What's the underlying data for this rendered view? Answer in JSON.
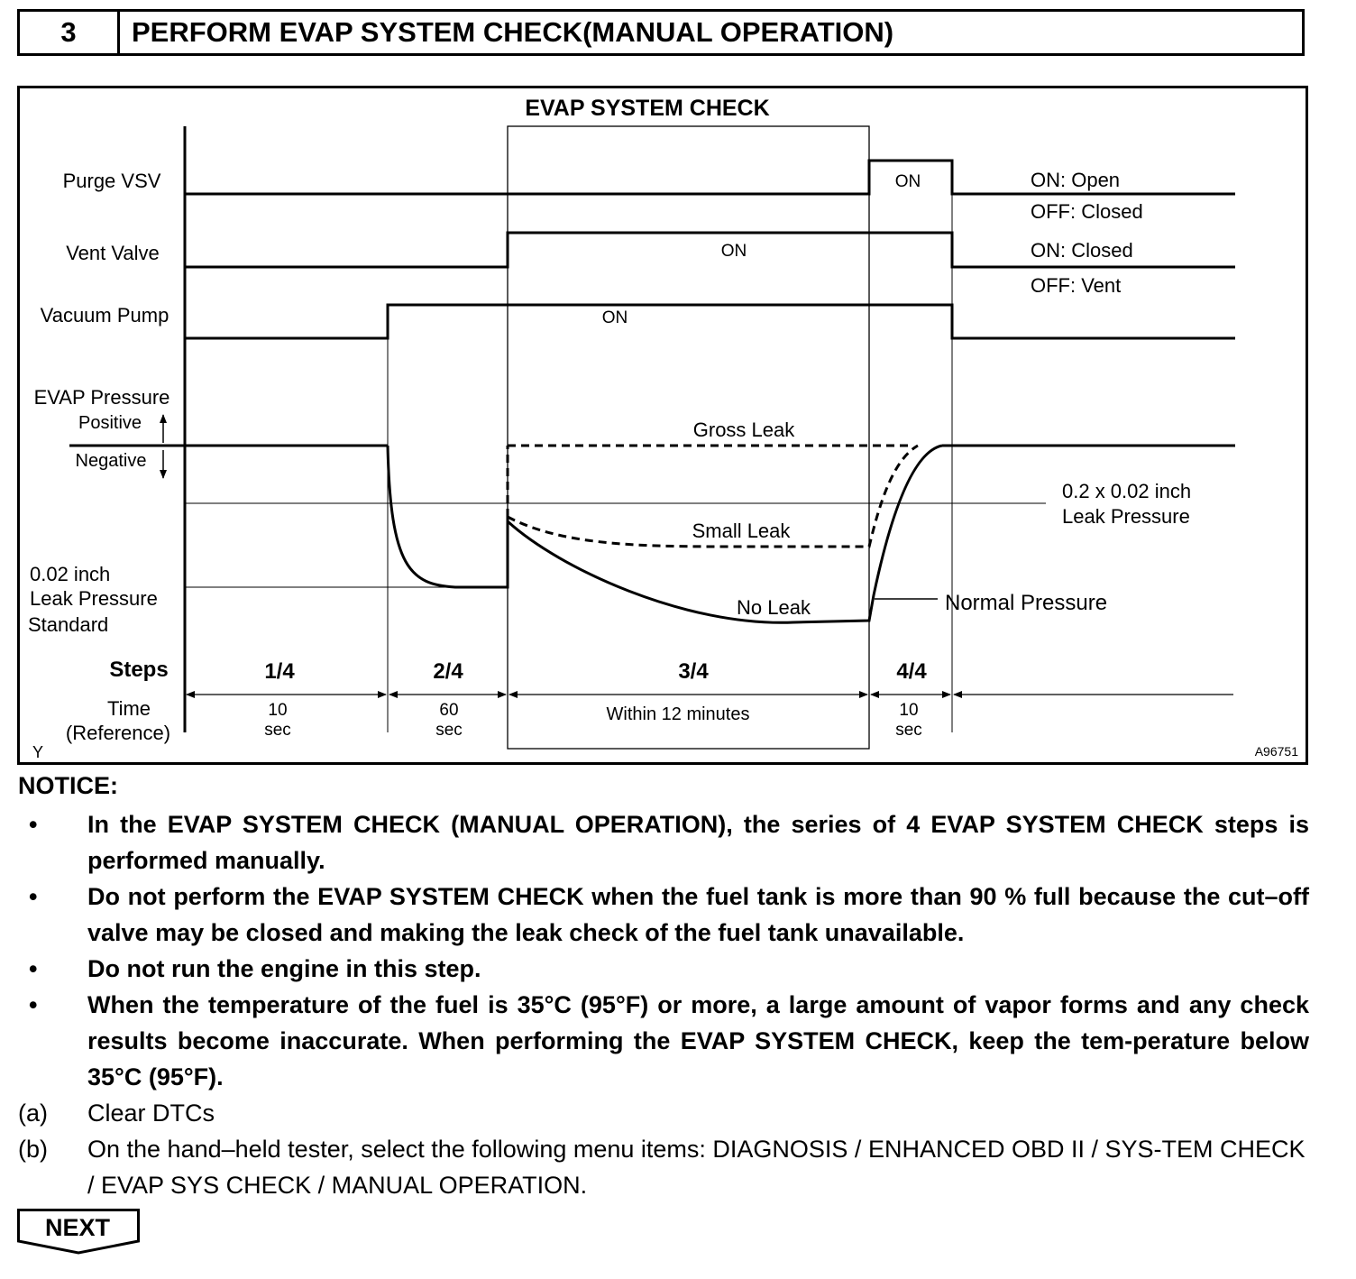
{
  "header": {
    "step_number": "3",
    "title": "PERFORM EVAP SYSTEM CHECK(MANUAL OPERATION)"
  },
  "figure": {
    "title": "EVAP SYSTEM CHECK",
    "signals": {
      "purge_vsv": "Purge VSV",
      "vent_valve": "Vent Valve",
      "vacuum_pump": "Vacuum Pump",
      "evap_pressure": "EVAP Pressure",
      "positive": "Positive",
      "negative": "Negative"
    },
    "on_labels": {
      "purge": "ON",
      "vent": "ON",
      "pump": "ON"
    },
    "states": {
      "purge_on": "ON: Open",
      "purge_off": "OFF: Closed",
      "vent_on": "ON: Closed",
      "vent_off": "OFF: Vent"
    },
    "curves": {
      "gross_leak": "Gross Leak",
      "small_leak": "Small Leak",
      "no_leak": "No Leak",
      "normal_pressure": "Normal Pressure"
    },
    "leak_ref": {
      "line1": "0.2 x 0.02 inch",
      "line2": "Leak Pressure"
    },
    "standard": {
      "line1": "0.02 inch",
      "line2": "Leak Pressure",
      "line3": "Standard"
    },
    "steps": {
      "label": "Steps",
      "s1": "1/4",
      "s2": "2/4",
      "s3": "3/4",
      "s4": "4/4"
    },
    "time": {
      "label1": "Time",
      "label2": "(Reference)",
      "t1a": "10",
      "t1b": "sec",
      "t2a": "60",
      "t2b": "sec",
      "t3": "Within 12 minutes",
      "t4a": "10",
      "t4b": "sec"
    },
    "corner_letter": "Y",
    "figure_id": "A96751"
  },
  "notice": {
    "title": "NOTICE:",
    "bullet_mark": "•",
    "bullets": [
      "In the EVAP SYSTEM CHECK (MANUAL OPERATION), the series of 4 EVAP SYSTEM CHECK steps is performed manually.",
      "Do not perform the EVAP SYSTEM CHECK when the fuel tank is more than 90 % full because the cut–off valve may be closed and making the leak check of the fuel tank unavailable.",
      "Do not run the engine in this step.",
      "When the temperature of the fuel is 35°C (95°F) or more, a large amount of vapor forms and any check results become inaccurate. When performing the EVAP SYSTEM CHECK, keep the tem-perature below 35°C (95°F)."
    ]
  },
  "steps_list": [
    {
      "mark": "(a)",
      "text": "Clear DTCs"
    },
    {
      "mark": "(b)",
      "text": "On the hand–held tester, select the following menu items: DIAGNOSIS / ENHANCED OBD II / SYS-TEM CHECK / EVAP SYS CHECK / MANUAL OPERATION."
    }
  ],
  "next_button": "NEXT"
}
